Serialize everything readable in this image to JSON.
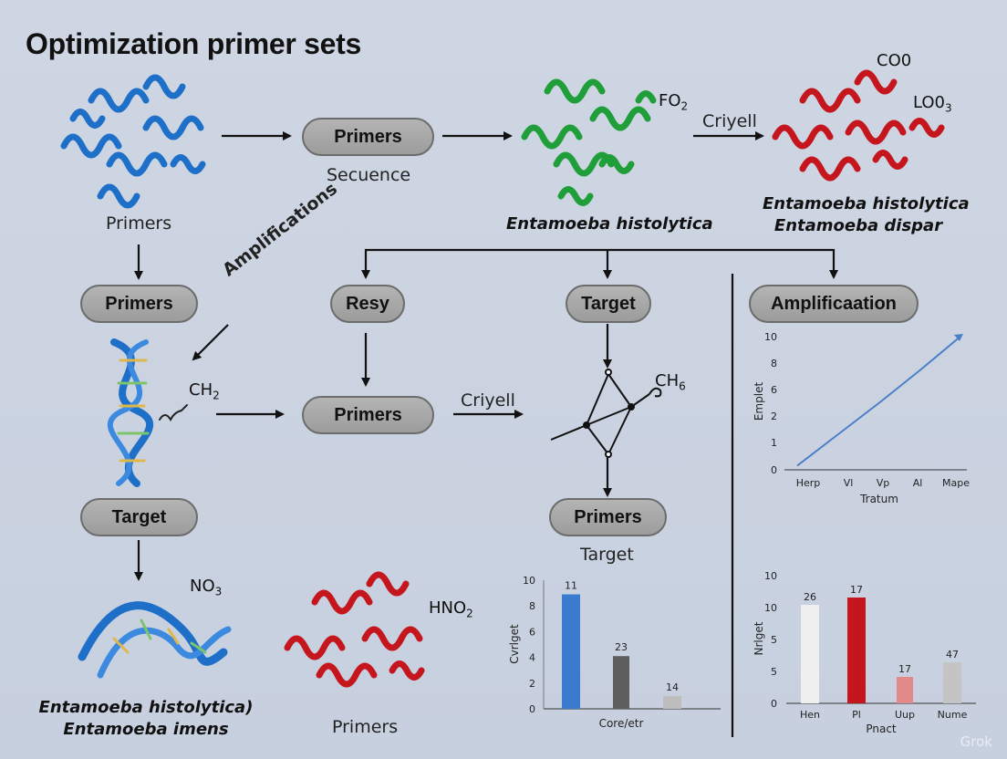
{
  "title": "Optimization primer sets",
  "pills": {
    "primers_top": "Primers",
    "primers_left": "Primers",
    "resy": "Resy",
    "target_mid": "Target",
    "amplification": "Amplificaation",
    "primers_center": "Primers",
    "target_left": "Target",
    "primers_lower": "Primers"
  },
  "labels": {
    "secuence": "Secuence",
    "primers_under_blue": "Primers",
    "amplifications": "Amplifications",
    "criyell_top": "Criyell",
    "criyell_mid": "Criyell",
    "target_under": "Target",
    "primers_bottom": "Primers"
  },
  "species": {
    "green": "Entamoeba histolytica",
    "red_line1": "Entamoeba histolytica",
    "red_line2": "Entamoeba dispar",
    "bottom_line1": "Entamoeba histolytica)",
    "bottom_line2": "Entamoeba imens"
  },
  "chemicals": {
    "fo2": "FO",
    "fo2_sub": "2",
    "co0": "CO0",
    "lo03": "LO0",
    "lo03_sub": "3",
    "ch2": "CH",
    "ch2_sub": "2",
    "ch6": "CH",
    "ch6_sub": "6",
    "no3": "NO",
    "no3_sub": "3",
    "hno2": "HNO",
    "hno2_sub": "2"
  },
  "colors": {
    "blue_protein": "#1e6fc8",
    "green_protein": "#1f9e3a",
    "red_protein": "#c4161c",
    "pill_fill": "#a9a9a9",
    "line_blue": "#4a7fc8"
  },
  "watermark": "Grok",
  "chart_data": [
    {
      "type": "line",
      "title": "",
      "xlabel": "Tratum",
      "ylabel": "Emplet",
      "categories": [
        "Herp",
        "Vl",
        "Vp",
        "Al",
        "Mape"
      ],
      "yticks": [
        "0",
        "1",
        "2",
        "6",
        "8",
        "10"
      ],
      "series": [
        {
          "values": [
            0.3,
            2.6,
            4.9,
            7.3,
            9.8
          ]
        }
      ],
      "ylim": [
        0,
        10
      ]
    },
    {
      "type": "bar",
      "title": "",
      "xlabel": "Core/etr",
      "ylabel": "Cvrlget",
      "categories": [
        "",
        "",
        ""
      ],
      "values": [
        8.9,
        4.1,
        1.0
      ],
      "data_labels": [
        "11",
        "23",
        "14"
      ],
      "bar_colors": [
        "#3a7bd0",
        "#5e5e5e",
        "#bdbdbd"
      ],
      "yticks": [
        "0",
        "2",
        "4",
        "6",
        "8",
        "10"
      ],
      "ylim": [
        0,
        10
      ]
    },
    {
      "type": "bar",
      "title": "",
      "xlabel": "Pnact",
      "ylabel": "Nrlget",
      "categories": [
        "Hen",
        "Pl",
        "Uup",
        "Nume"
      ],
      "values": [
        10.8,
        11.6,
        2.9,
        4.5
      ],
      "data_labels": [
        "26",
        "17",
        "17",
        "47"
      ],
      "data_label_colors": [
        "#222222",
        "#c4161c",
        "#222222",
        "#222222"
      ],
      "bar_colors": [
        "#efefef",
        "#c4161c",
        "#e08a8a",
        "#c4c4c4"
      ],
      "yticks": [
        "0",
        "5",
        "5",
        "10",
        "10"
      ],
      "ylim": [
        0,
        14
      ]
    }
  ]
}
